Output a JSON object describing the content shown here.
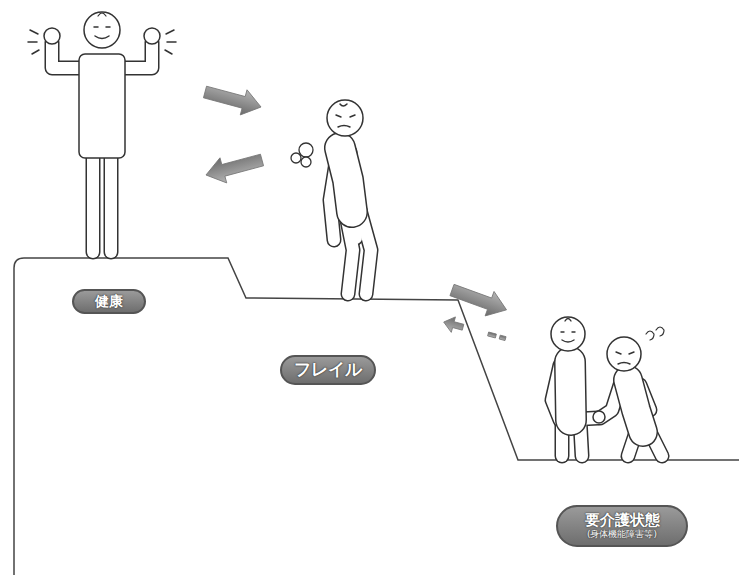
{
  "diagram": {
    "nodes": [
      {
        "text": [
          "健康"
        ]
      },
      {
        "text": [
          "フレイル"
        ]
      },
      {
        "text": [
          "要介護状態",
          "(身体機能障害等)"
        ]
      }
    ]
  }
}
